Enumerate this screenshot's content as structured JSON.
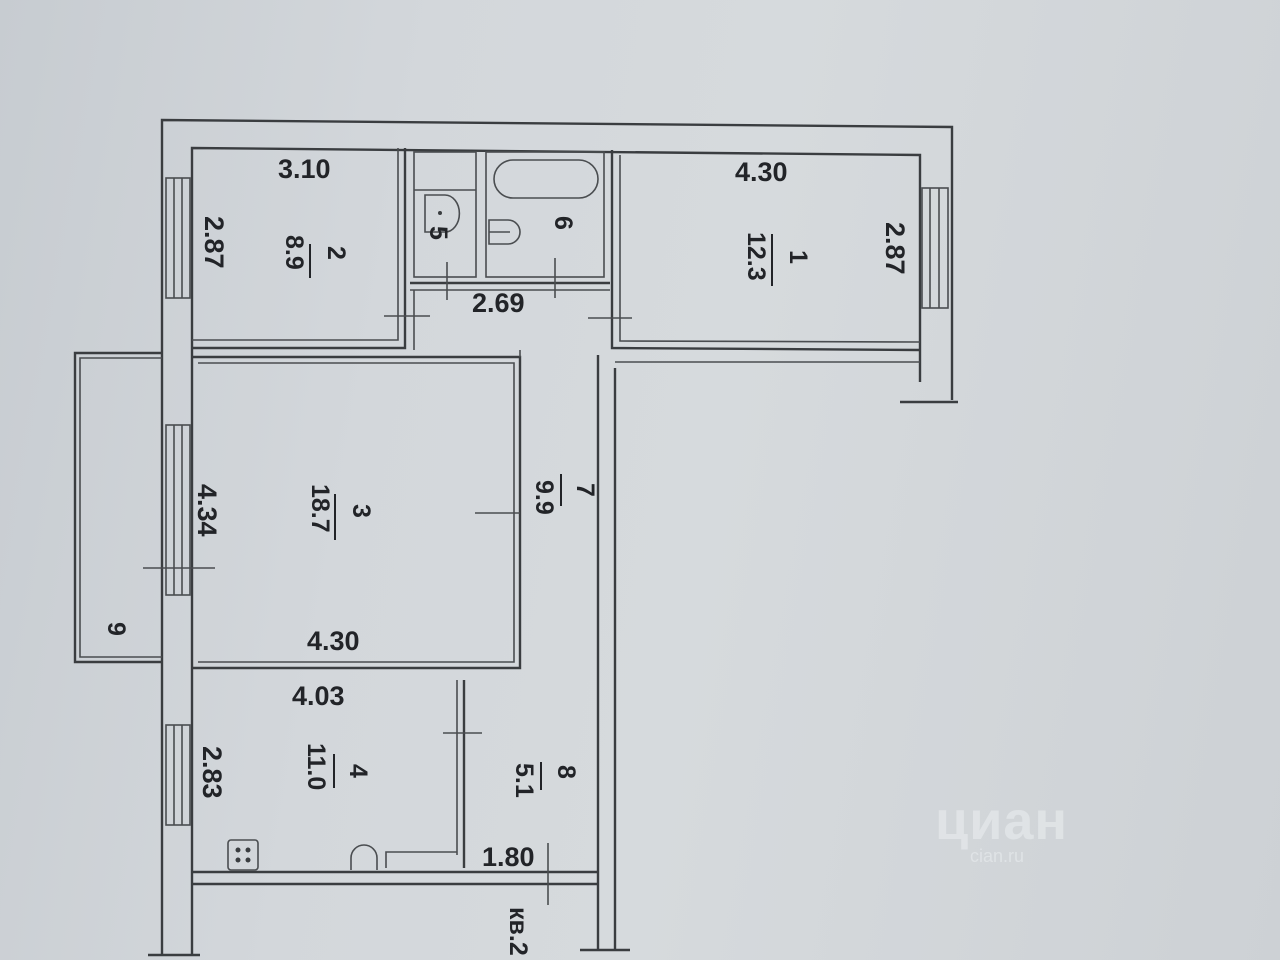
{
  "plan": {
    "orientation": "rotated 90deg",
    "rooms": [
      {
        "id": "1",
        "number": "1",
        "area": "12.3",
        "width": "4.30",
        "depth": "2.87"
      },
      {
        "id": "2",
        "number": "2",
        "area": "8.9",
        "width": "3.10",
        "depth": "2.87"
      },
      {
        "id": "3",
        "number": "3",
        "area": "18.7",
        "width": "4.30",
        "depth": "4.34"
      },
      {
        "id": "4",
        "number": "4",
        "area": "11.0",
        "width": "4.03",
        "depth": "2.83"
      },
      {
        "id": "5",
        "number": "5"
      },
      {
        "id": "6",
        "number": "6"
      },
      {
        "id": "7",
        "number": "7",
        "area": "9.9",
        "width": "2.69"
      },
      {
        "id": "8",
        "number": "8",
        "area": "5.1",
        "width": "1.80"
      },
      {
        "id": "9",
        "number": "9"
      }
    ],
    "labels": {
      "r2_width": "3.10",
      "r2_depth": "2.87",
      "r2_num": "2",
      "r2_area": "8.9",
      "r1_width": "4.30",
      "r1_depth": "2.87",
      "r1_num": "1",
      "r1_area": "12.3",
      "r5_num": "5",
      "r6_num": "6",
      "corridor_width": "2.69",
      "r3_num": "3",
      "r3_area": "18.7",
      "r3_depth": "4.34",
      "r3_width": "4.30",
      "r7_num": "7",
      "r7_area": "9.9",
      "r9_num": "9",
      "r4_width": "4.03",
      "r4_depth": "2.83",
      "r4_num": "4",
      "r4_area": "11.0",
      "r8_num": "8",
      "r8_area": "5.1",
      "r8_width": "1.80",
      "neighbor": "кв.2"
    }
  },
  "watermark": {
    "logo": "циан",
    "sub": "cian.ru"
  },
  "colors": {
    "paper": "#d3d7db",
    "lines": "#3a3d40",
    "text": "#222428"
  }
}
